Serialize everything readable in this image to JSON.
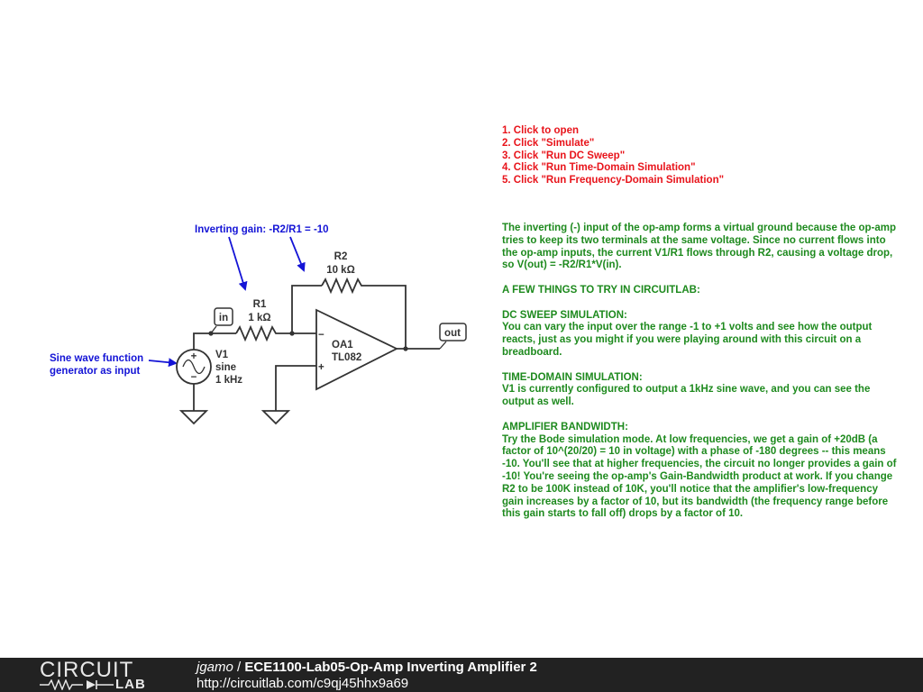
{
  "colors": {
    "steps_red": "#e8141b",
    "description_green": "#1e8a1e",
    "annotation_blue": "#1414d6",
    "wire": "#333333",
    "footer_bg": "#222222"
  },
  "steps": [
    "1. Click to open",
    "2. Click \"Simulate\"",
    "3. Click \"Run DC Sweep\"",
    "4. Click \"Run Time-Domain Simulation\"",
    "5. Click \"Run Frequency-Domain Simulation\""
  ],
  "description": {
    "intro": "The inverting (-) input of the op-amp forms a virtual ground because the op-amp tries to keep its two terminals at the same voltage. Since no current flows into the op-amp inputs, the current V1/R1 flows through R2, causing a voltage drop, so V(out) = -R2/R1*V(in).",
    "things_heading": "A FEW THINGS TO TRY IN CIRCUITLAB:",
    "dc_heading": "DC SWEEP SIMULATION:",
    "dc_text": "You can vary the input over the range -1 to +1 volts and see how the output reacts, just as you might if you were playing around with this circuit on a breadboard.",
    "time_heading": "TIME-DOMAIN SIMULATION:",
    "time_text": "V1 is currently configured to output a 1kHz sine wave, and you can see the output as well.",
    "bw_heading": "AMPLIFIER BANDWIDTH:",
    "bw_text": "Try the Bode simulation mode. At low frequencies, we get a gain of +20dB (a factor of 10^(20/20) = 10 in voltage) with a phase of -180 degrees -- this means -10. You'll see that at higher frequencies, the circuit no longer provides a gain of -10! You're seeing the op-amp's Gain-Bandwidth product at work. If you change R2 to be 100K instead of 10K, you'll notice that the amplifier's low-frequency gain increases by a factor of 10, but its bandwidth (the frequency range before this gain starts to fall off) drops by a factor of 10."
  },
  "schematic": {
    "gain_annotation": "Inverting gain: -R2/R1 = -10",
    "source_annotation_line1": "Sine wave function",
    "source_annotation_line2": "generator as input",
    "r1_name": "R1",
    "r1_value": "1 kΩ",
    "r2_name": "R2",
    "r2_value": "10 kΩ",
    "v1_name": "V1",
    "v1_type": "sine",
    "v1_freq": "1 kHz",
    "opamp_name": "OA1",
    "opamp_model": "TL082",
    "opamp_minus": "−",
    "opamp_plus": "+",
    "source_plus": "+",
    "source_minus": "−",
    "in_label": "in",
    "out_label": "out"
  },
  "footer": {
    "brand_top": "CIRCUIT",
    "brand_bottom": "LAB",
    "user": "jgamo",
    "separator": " / ",
    "circuit_name": "ECE1100-Lab05-Op-Amp Inverting Amplifier 2",
    "url": "http://circuitlab.com/c9qj45hhx9a69"
  }
}
